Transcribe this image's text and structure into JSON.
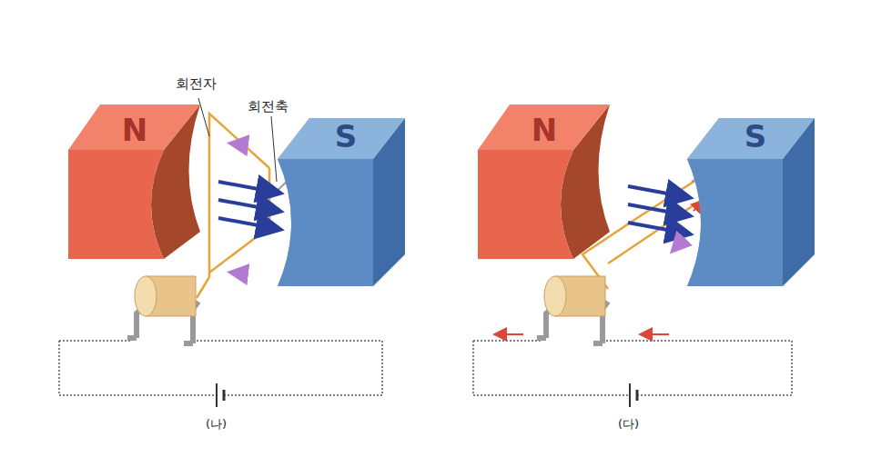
{
  "diagram": {
    "nodes": [
      {
        "text": [
          "N"
        ]
      },
      {
        "text": [
          "S"
        ]
      },
      {
        "text": [
          "N"
        ]
      },
      {
        "text": [
          "S"
        ]
      }
    ],
    "edges": [],
    "labels": [
      "회전자",
      "회전축",
      "(나)",
      "(다)"
    ]
  }
}
